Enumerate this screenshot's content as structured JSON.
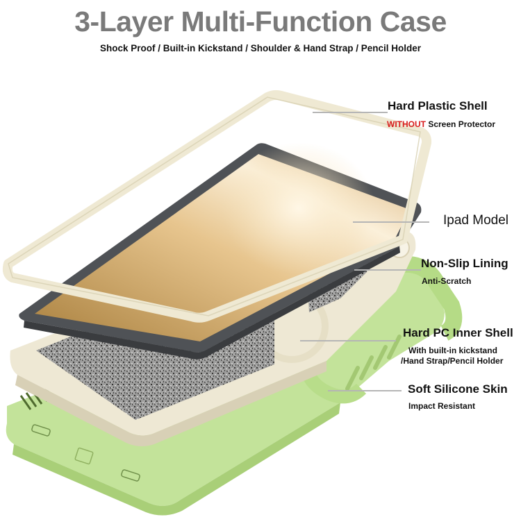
{
  "header": {
    "title": "3-Layer Multi-Function Case",
    "subtitle": "Shock Proof / Built-in Kickstand / Shoulder & Hand Strap / Pencil Holder"
  },
  "callouts": [
    {
      "id": "hard-plastic-shell",
      "title": "Hard Plastic Shell",
      "note_emphasis": "WITHOUT",
      "note_rest": " Screen Protector"
    },
    {
      "id": "ipad-model",
      "title": "Ipad Model"
    },
    {
      "id": "non-slip-lining",
      "title": "Non-Slip Lining",
      "note": "Anti-Scratch"
    },
    {
      "id": "hard-pc-inner-shell",
      "title": "Hard PC Inner Shell",
      "note_line1": "With built-in kickstand",
      "note_line2": "/Hand Strap/Pencil Holder"
    },
    {
      "id": "soft-silicone-skin",
      "title": "Soft Silicone Skin",
      "note": "Impact Resistant"
    }
  ],
  "colors": {
    "title_gray": "#7a7a7a",
    "warning_red": "#d81c1c",
    "shell_cream": "#efe9d6",
    "tablet_gray": "#55585c",
    "screen_gold": "#c9a56c",
    "lining_gray": "#8a8a8a",
    "silicone_green": "#c3e39a"
  }
}
